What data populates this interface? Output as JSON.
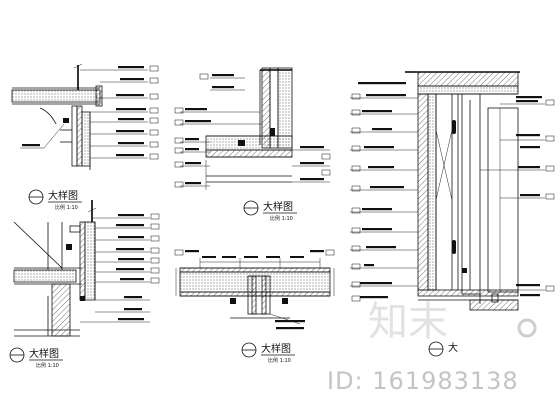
{
  "drawing": {
    "details": [
      {
        "title": "大样图",
        "scale": "比例 1:10"
      },
      {
        "title": "大样图",
        "scale": "比例 1:10"
      },
      {
        "title": "大样图",
        "scale": "比例 1:10"
      },
      {
        "title": "大样图",
        "scale": "比例 1:10"
      },
      {
        "title": "大",
        "scale": ""
      }
    ]
  },
  "watermark": {
    "logo": "知末",
    "id_text": "ID: 161983138"
  }
}
